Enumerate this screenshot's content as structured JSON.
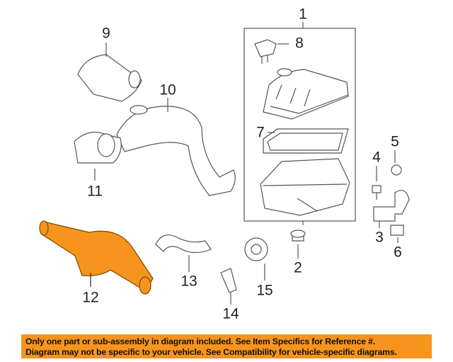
{
  "callouts": [
    "1",
    "2",
    "3",
    "4",
    "5",
    "6",
    "7",
    "8",
    "9",
    "10",
    "11",
    "12",
    "13",
    "14",
    "15"
  ],
  "highlighted_part": "12",
  "colors": {
    "highlight": "#F7941D",
    "banner": "#F7941D",
    "line": "#555555"
  },
  "banner": {
    "line1": "Only one part or sub-assembly in diagram included. See Item Specifics for Reference #.",
    "line2": "Diagram may not be specific to your vehicle. See Compatibility for vehicle-specific diagrams."
  }
}
